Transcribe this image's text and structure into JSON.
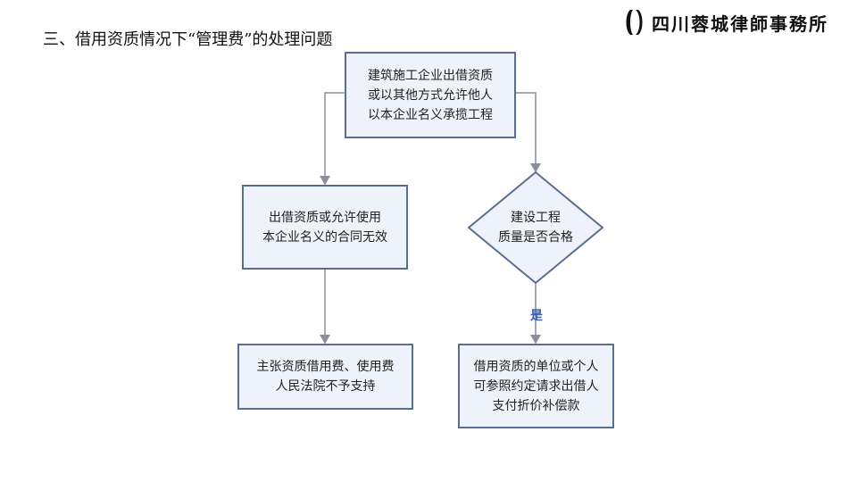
{
  "slide": {
    "title": "三、借用资质情况下“管理费”的处理问题"
  },
  "logo": {
    "text": "四川蓉城律師事務所"
  },
  "flowchart": {
    "start": [
      "建筑施工企业出借资质",
      "或以其他方式允许他人",
      "以本企业名义承揽工程"
    ],
    "left_box": [
      "出借资质或允许使用",
      "本企业名义的合同无效"
    ],
    "left_result": [
      "主张资质借用费、使用费",
      "人民法院不予支持"
    ],
    "decision": [
      "建设工程",
      "质量是否合格"
    ],
    "yes_label": "是",
    "right_result": [
      "借用资质的单位或个人",
      "可参照约定请求出借人",
      "支付折价补偿款"
    ]
  },
  "colors": {
    "node_fill": "#eef2fa",
    "node_border": "#5b6e92",
    "connector": "#8a8f99",
    "yes_label": "#3b63a8"
  }
}
